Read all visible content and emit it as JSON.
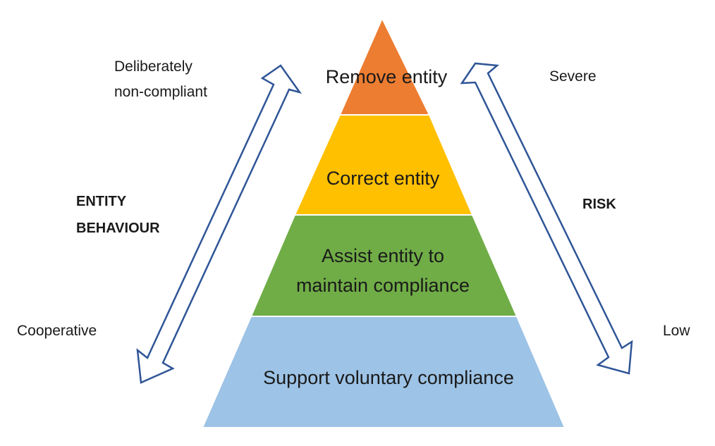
{
  "pyramid": {
    "tiers": [
      {
        "lines": [
          "Remove entity"
        ],
        "color": "#ED7D31"
      },
      {
        "lines": [
          "Correct entity"
        ],
        "color": "#FFC000"
      },
      {
        "lines": [
          "Assist entity to",
          "maintain compliance"
        ],
        "color": "#70AD47"
      },
      {
        "lines": [
          "Support voluntary compliance"
        ],
        "color": "#9DC3E6"
      }
    ]
  },
  "left_axis": {
    "title_line1": "ENTITY",
    "title_line2": "BEHAVIOUR",
    "top_line1": "Deliberately",
    "top_line2": "non-compliant",
    "bottom": "Cooperative"
  },
  "right_axis": {
    "title": "RISK",
    "top": "Severe",
    "bottom": "Low"
  },
  "colors": {
    "arrow_stroke": "#2F5597",
    "arrow_fill": "#ffffff"
  }
}
